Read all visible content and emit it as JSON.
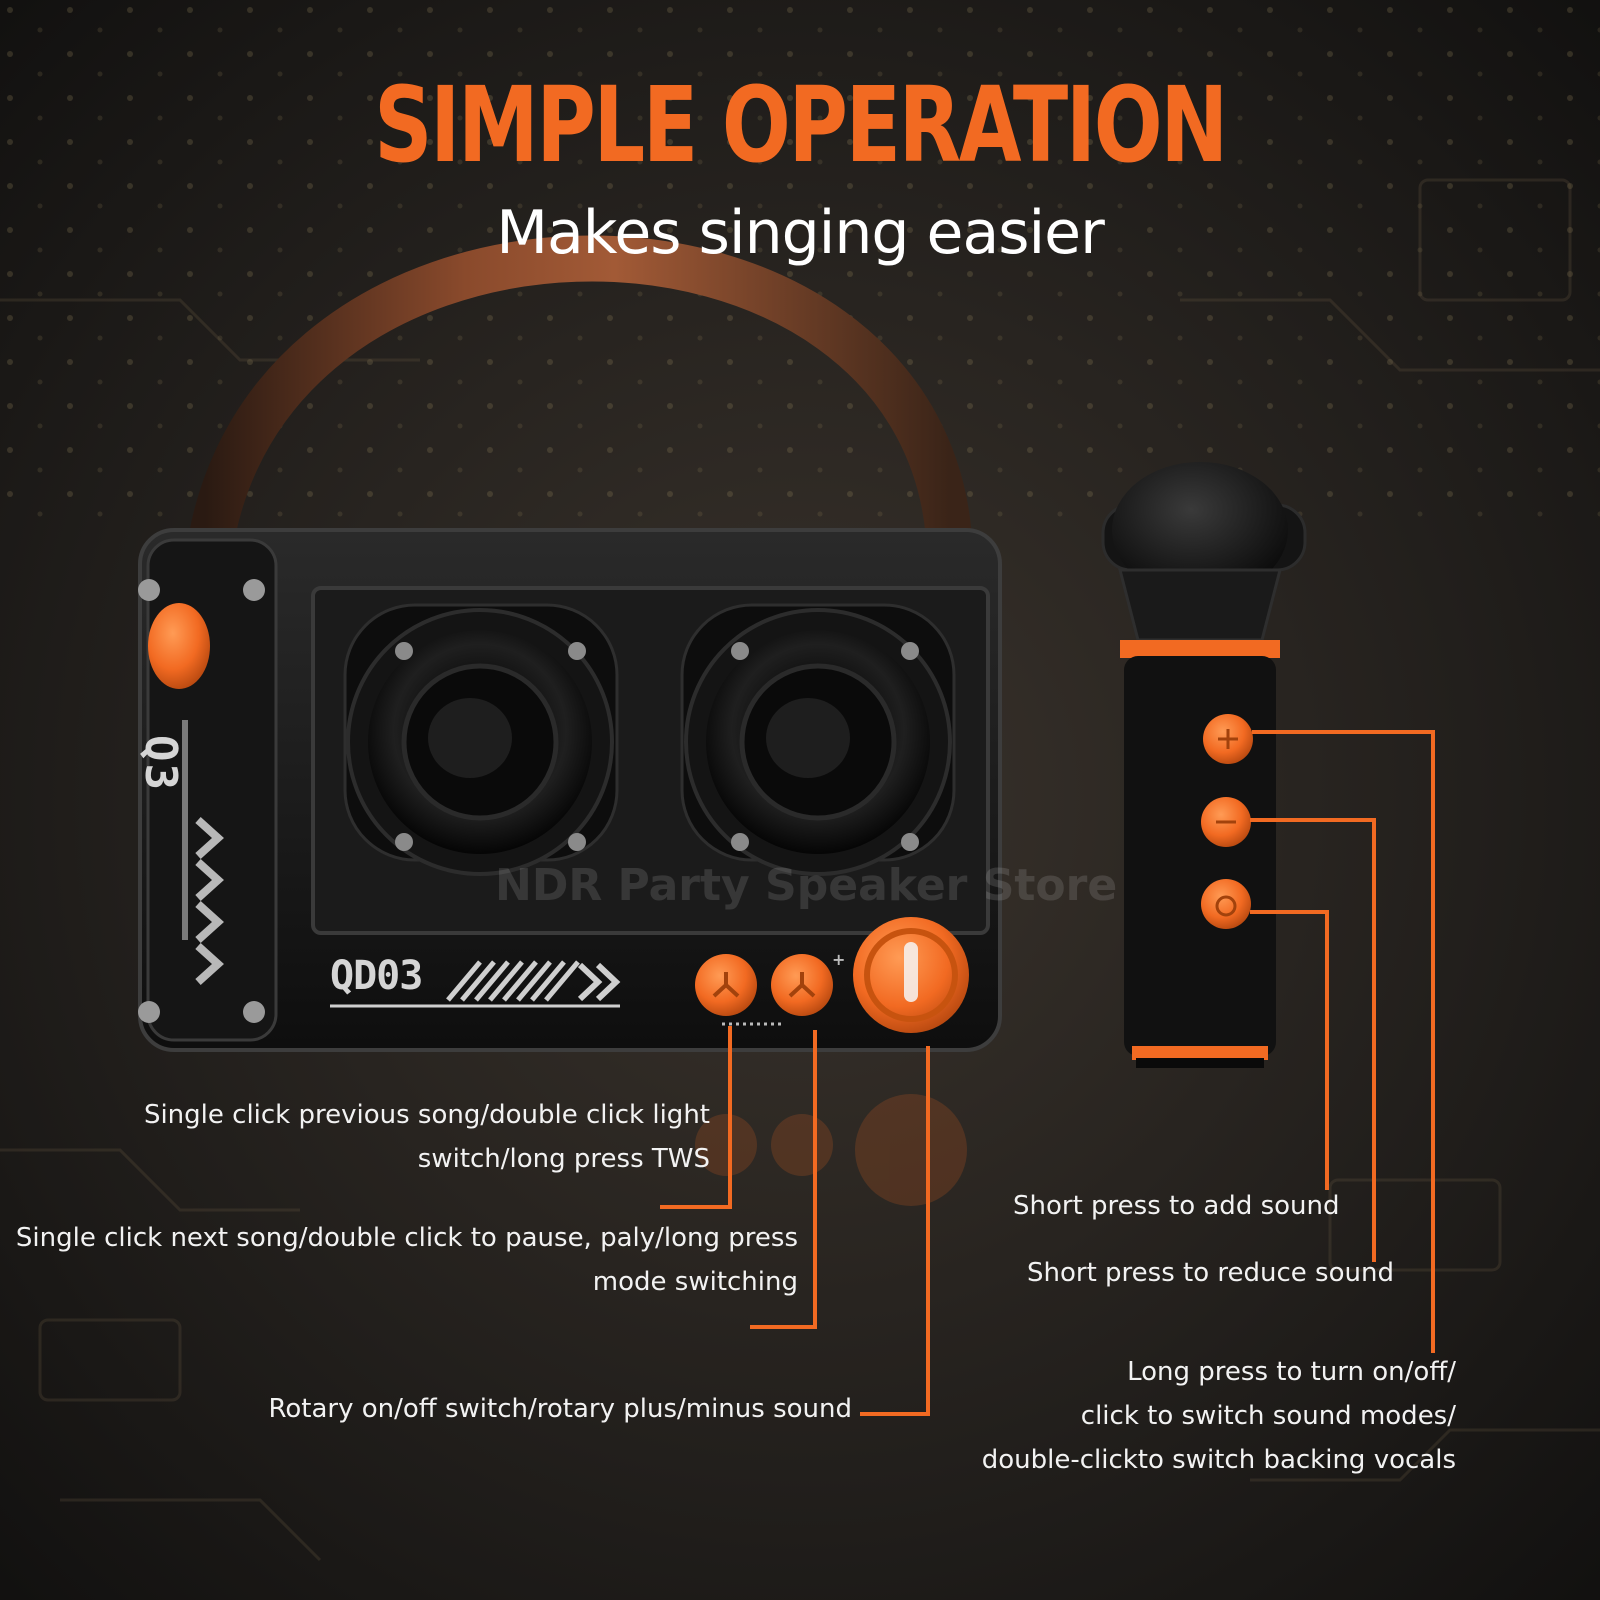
{
  "header": {
    "title": "SIMPLE OPERATION",
    "subtitle": "Makes singing easier"
  },
  "colors": {
    "accent": "#f26a22",
    "background": "#1a1917",
    "caption": "#f2f2f2"
  },
  "product": {
    "side_label": "Q3",
    "front_label": "QD03",
    "watermark": "NDR Party Speaker Store"
  },
  "speaker_callouts": {
    "previous_song": [
      "Single click previous song/double click light",
      "switch/long press TWS"
    ],
    "next_song": [
      "Single click next song/double click to pause, paly/long press",
      "mode switching"
    ],
    "rotary": "Rotary on/off switch/rotary plus/minus sound"
  },
  "mic_callouts": {
    "add_sound": "Short press to add sound",
    "reduce_sound": "Short press to reduce sound",
    "power": [
      "Long press to turn on/off/",
      "click to switch sound modes/",
      "double-clickto switch backing vocals"
    ]
  }
}
